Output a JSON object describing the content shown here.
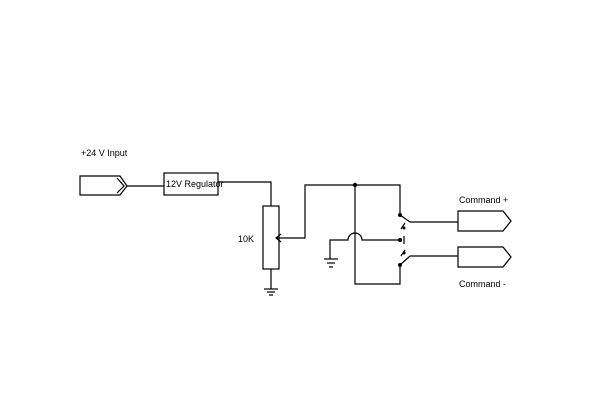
{
  "diagram": {
    "labels": {
      "input": "+24 V Input",
      "regulator": "12V Regulator",
      "pot_value": "10K",
      "command_plus": "Command +",
      "command_minus": "Command -"
    }
  }
}
